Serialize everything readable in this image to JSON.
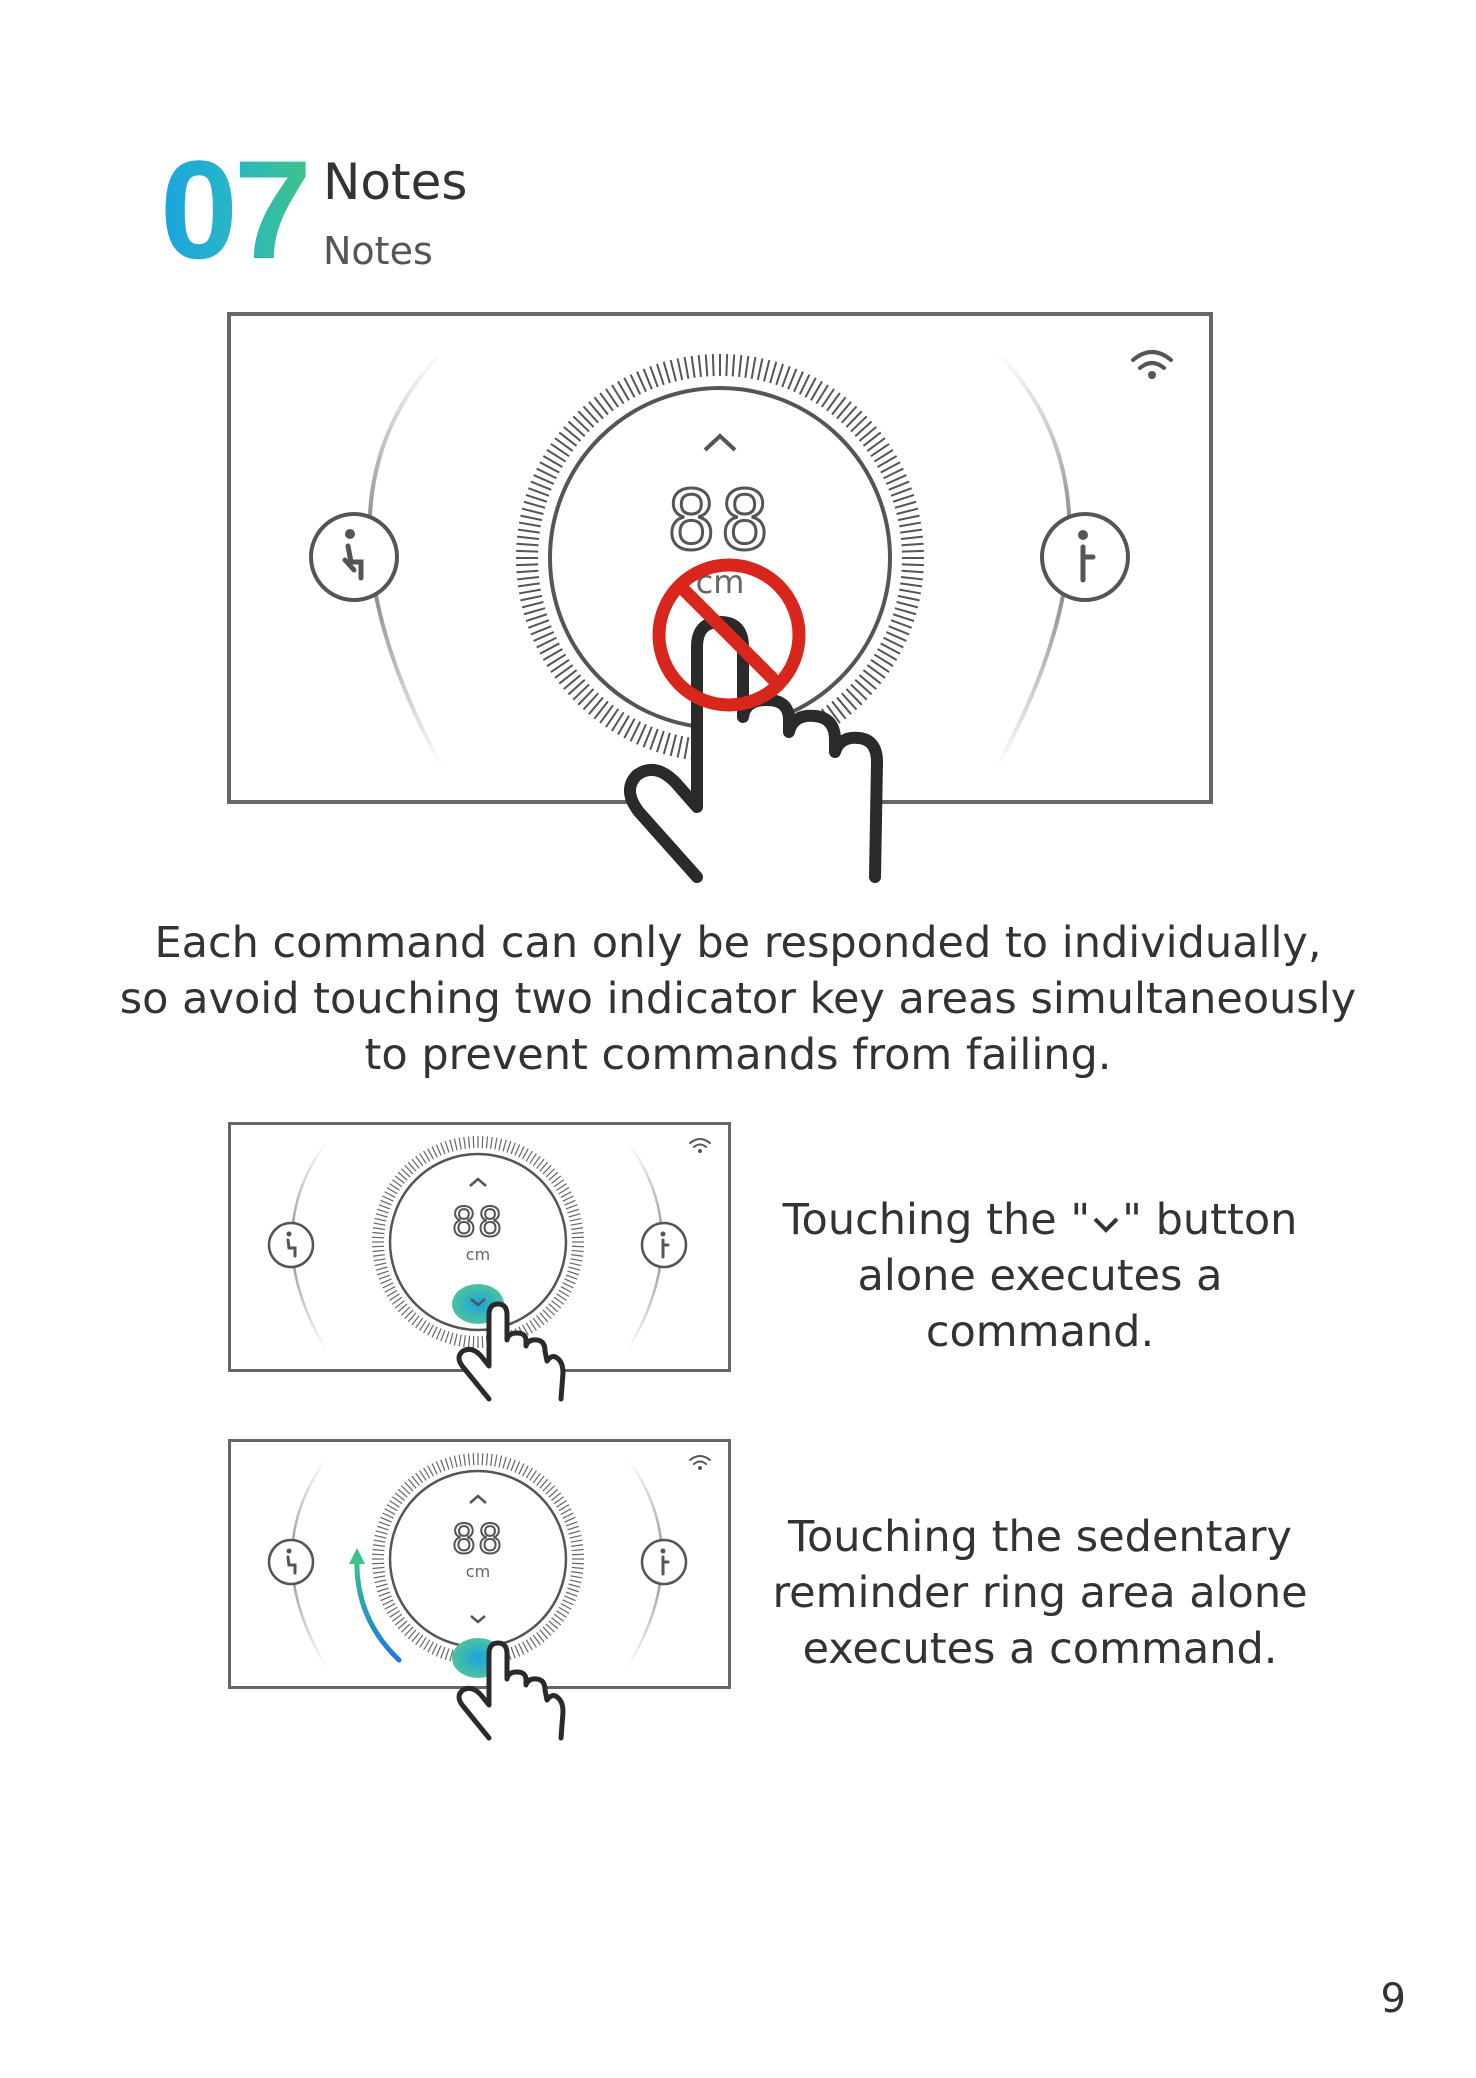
{
  "header": {
    "section_number": "07",
    "title": "Notes",
    "subtitle": "Notes"
  },
  "panel": {
    "display_value": "88",
    "unit": "cm"
  },
  "captions": {
    "main": [
      "Each command can only be responded to individually,",
      "so avoid touching two indicator key areas simultaneously",
      "to prevent commands from failing."
    ],
    "down_button": {
      "before": "Touching the \"",
      "after": "\" button",
      "line2": "alone executes a",
      "line3": "command."
    },
    "ring": [
      "Touching the sedentary",
      "reminder ring area alone",
      "executes a command."
    ]
  },
  "icons": {
    "wifi": "wifi-icon",
    "sit": "sitting-person-icon",
    "stand": "standing-person-icon",
    "up": "chevron-up-icon",
    "down": "chevron-down-icon",
    "prohibit": "prohibited-icon",
    "hand": "pointing-hand-icon"
  },
  "colors": {
    "accent_blue": "#1aa3e0",
    "accent_green": "#3dc38a",
    "prohibit_red": "#d9261c",
    "frame_gray": "#666666"
  },
  "page_number": "9"
}
